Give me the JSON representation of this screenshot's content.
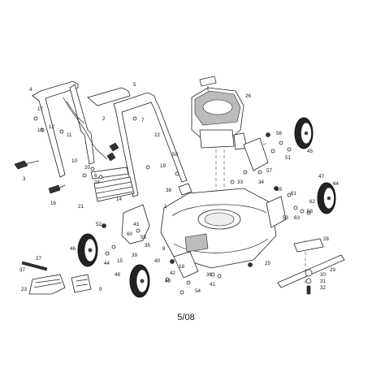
{
  "diagram": {
    "footer_text": "5/08",
    "callouts": [
      "1",
      "2",
      "3",
      "4",
      "5",
      "6",
      "7",
      "8",
      "9",
      "10",
      "11",
      "12",
      "13",
      "14",
      "15",
      "16",
      "17",
      "18",
      "19",
      "20",
      "21",
      "22",
      "23",
      "24",
      "25",
      "26",
      "27",
      "28",
      "29",
      "30",
      "31",
      "32",
      "33",
      "34",
      "35",
      "36",
      "37",
      "38",
      "39",
      "40",
      "41",
      "42",
      "43",
      "44",
      "45",
      "46",
      "47",
      "48",
      "49",
      "50",
      "51",
      "52",
      "53",
      "54",
      "55",
      "56",
      "57",
      "58",
      "59",
      "60",
      "61",
      "62",
      "63",
      "64"
    ]
  }
}
